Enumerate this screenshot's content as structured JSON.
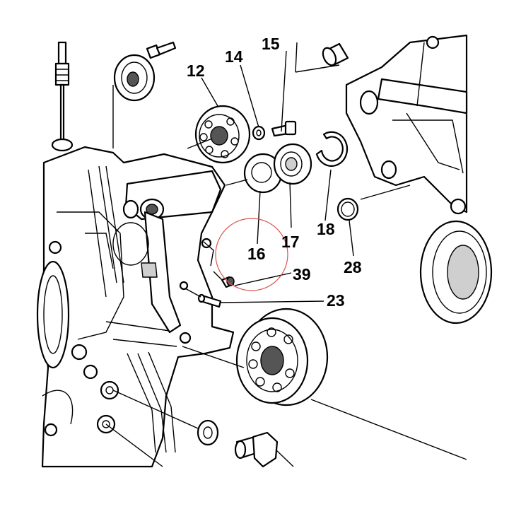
{
  "diagram": {
    "callouts": [
      {
        "id": "c12",
        "text": "12"
      },
      {
        "id": "c14",
        "text": "14"
      },
      {
        "id": "c15",
        "text": "15"
      },
      {
        "id": "c16",
        "text": "16"
      },
      {
        "id": "c17",
        "text": "17"
      },
      {
        "id": "c18",
        "text": "18"
      },
      {
        "id": "c23",
        "text": "23"
      },
      {
        "id": "c28",
        "text": "28"
      },
      {
        "id": "c39",
        "text": "39"
      }
    ],
    "highlight_color": "#d9534f"
  }
}
